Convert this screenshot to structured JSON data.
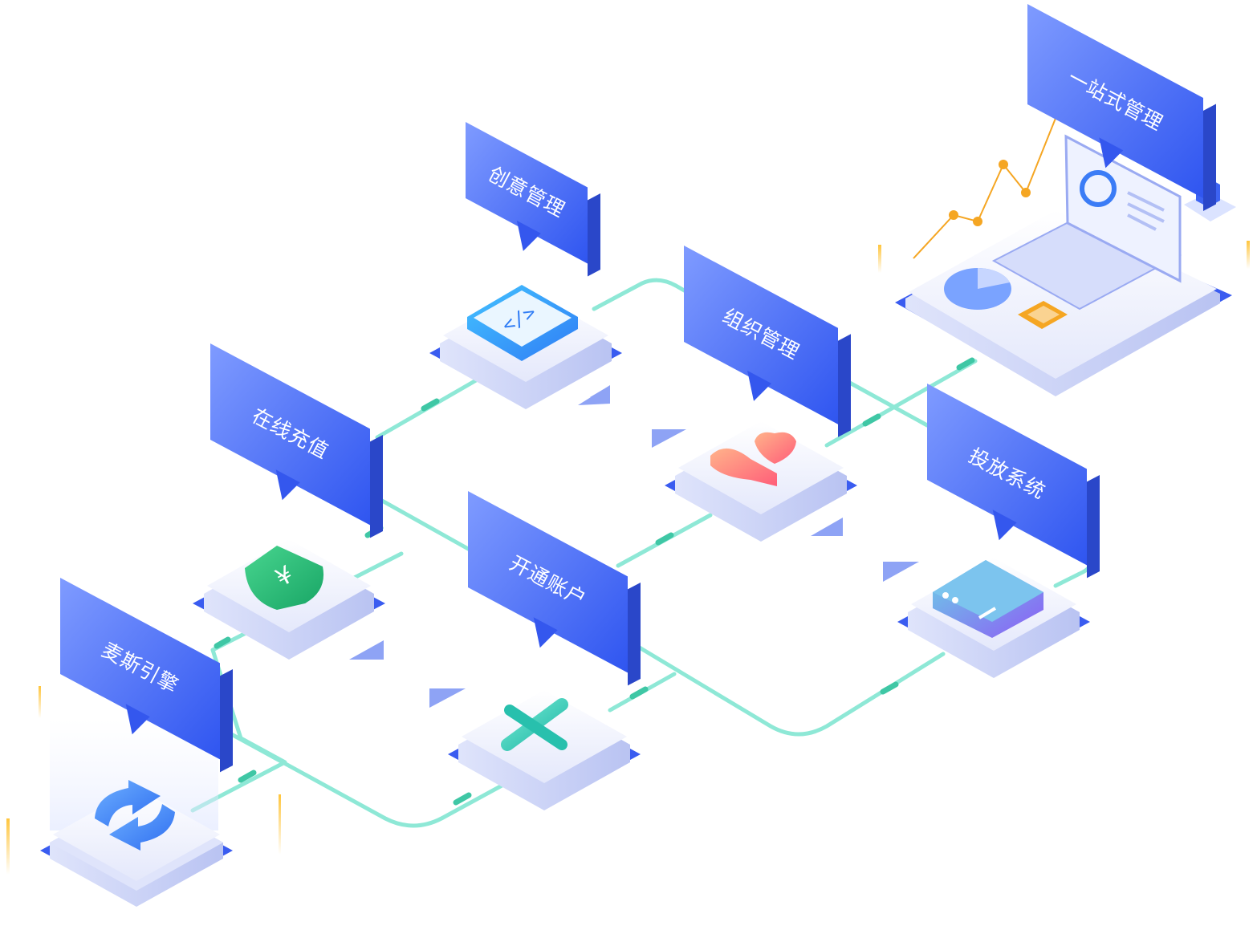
{
  "nodes": [
    {
      "id": "maisi",
      "label": "麦斯引擎",
      "icon": "sync-arrows-icon"
    },
    {
      "id": "recharge",
      "label": "在线充值",
      "icon": "yuan-shield-icon"
    },
    {
      "id": "creative",
      "label": "创意管理",
      "icon": "code-window-icon"
    },
    {
      "id": "account",
      "label": "开通账户",
      "icon": "wrench-screwdriver-icon"
    },
    {
      "id": "organization",
      "label": "组织管理",
      "icon": "hand-heart-icon"
    },
    {
      "id": "delivery",
      "label": "投放系统",
      "icon": "server-box-icon"
    },
    {
      "id": "onestop",
      "label": "一站式管理",
      "icon": "laptop-dashboard-icon"
    }
  ],
  "colors": {
    "bubble": "#3d63f2",
    "bubble_side": "#2a47c9",
    "connector": "#8ee8d6",
    "connector_dash": "#3fc7a5",
    "platform_top": "#f3f5ff",
    "platform_side": "#c8d0f7",
    "platform_shadow": "#3a5cf0",
    "accent_orange": "#f5a623"
  }
}
